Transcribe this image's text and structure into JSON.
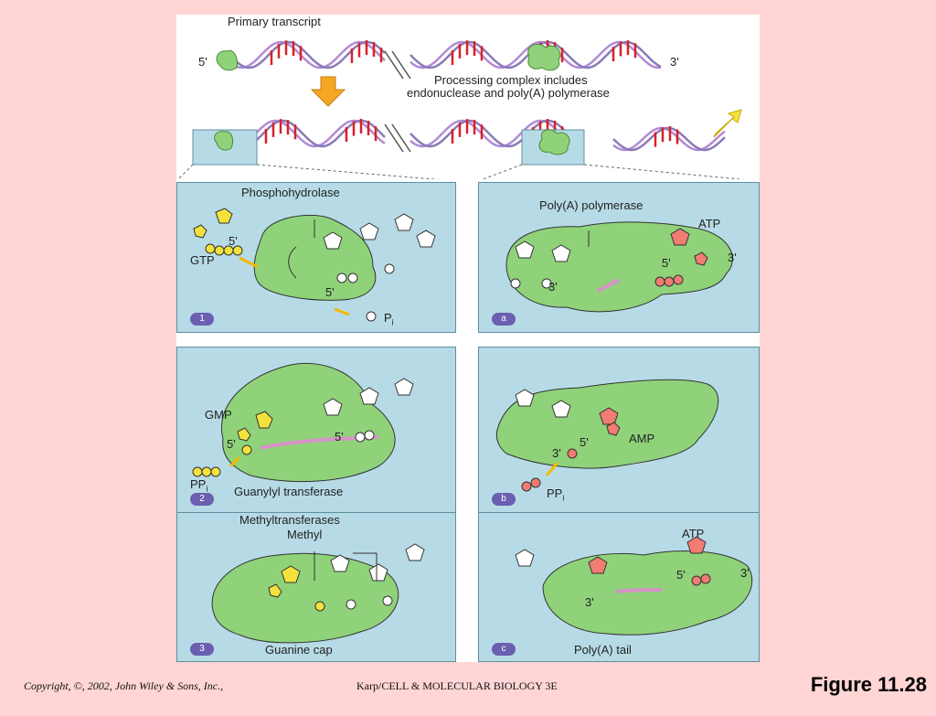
{
  "top": {
    "primary_transcript": "Primary transcript",
    "end5": "5'",
    "end3": "3'",
    "processing_1": "Processing complex includes",
    "processing_2": "endonuclease and poly(A) polymerase"
  },
  "panels": {
    "p1": {
      "badge": "1",
      "title": "Phosphohydrolase",
      "gtp": "GTP",
      "five_a": "5'",
      "five_b": "5'",
      "pi": "P",
      "pi_sub": "i"
    },
    "pa": {
      "badge": "a",
      "title": "Poly(A) polymerase",
      "atp": "ATP",
      "five": "5'",
      "three": "3'",
      "three_b": "3'"
    },
    "p2": {
      "badge": "2",
      "gmp": "GMP",
      "five_a": "5'",
      "five_b": "5'",
      "ppi": "PP",
      "ppi_sub": "i",
      "title": "Guanylyl transferase"
    },
    "pb": {
      "badge": "b",
      "amp": "AMP",
      "five": "5'",
      "three": "3'",
      "ppi": "PP",
      "ppi_sub": "i"
    },
    "p3": {
      "badge": "3",
      "title": "Methyltransferases",
      "methyl": "Methyl",
      "caption": "Guanine cap"
    },
    "pc": {
      "badge": "c",
      "atp": "ATP",
      "five": "5'",
      "three": "3'",
      "three_b": "3'",
      "caption": "Poly(A) tail"
    }
  },
  "footer": {
    "copyright": "Copyright, ©, 2002, John Wiley & Sons, Inc.,",
    "book": "Karp/CELL & MOLECULAR BIOLOGY 3E",
    "figure": "Figure 11.28"
  },
  "colors": {
    "background": "#ffd5d5",
    "panel": "#b7dbe6",
    "enzyme": "#8fd27a",
    "yellow": "#f4e23c",
    "salmon": "#f07c72",
    "arrow_orange": "#f5a623",
    "red_tick": "#d9202a"
  }
}
